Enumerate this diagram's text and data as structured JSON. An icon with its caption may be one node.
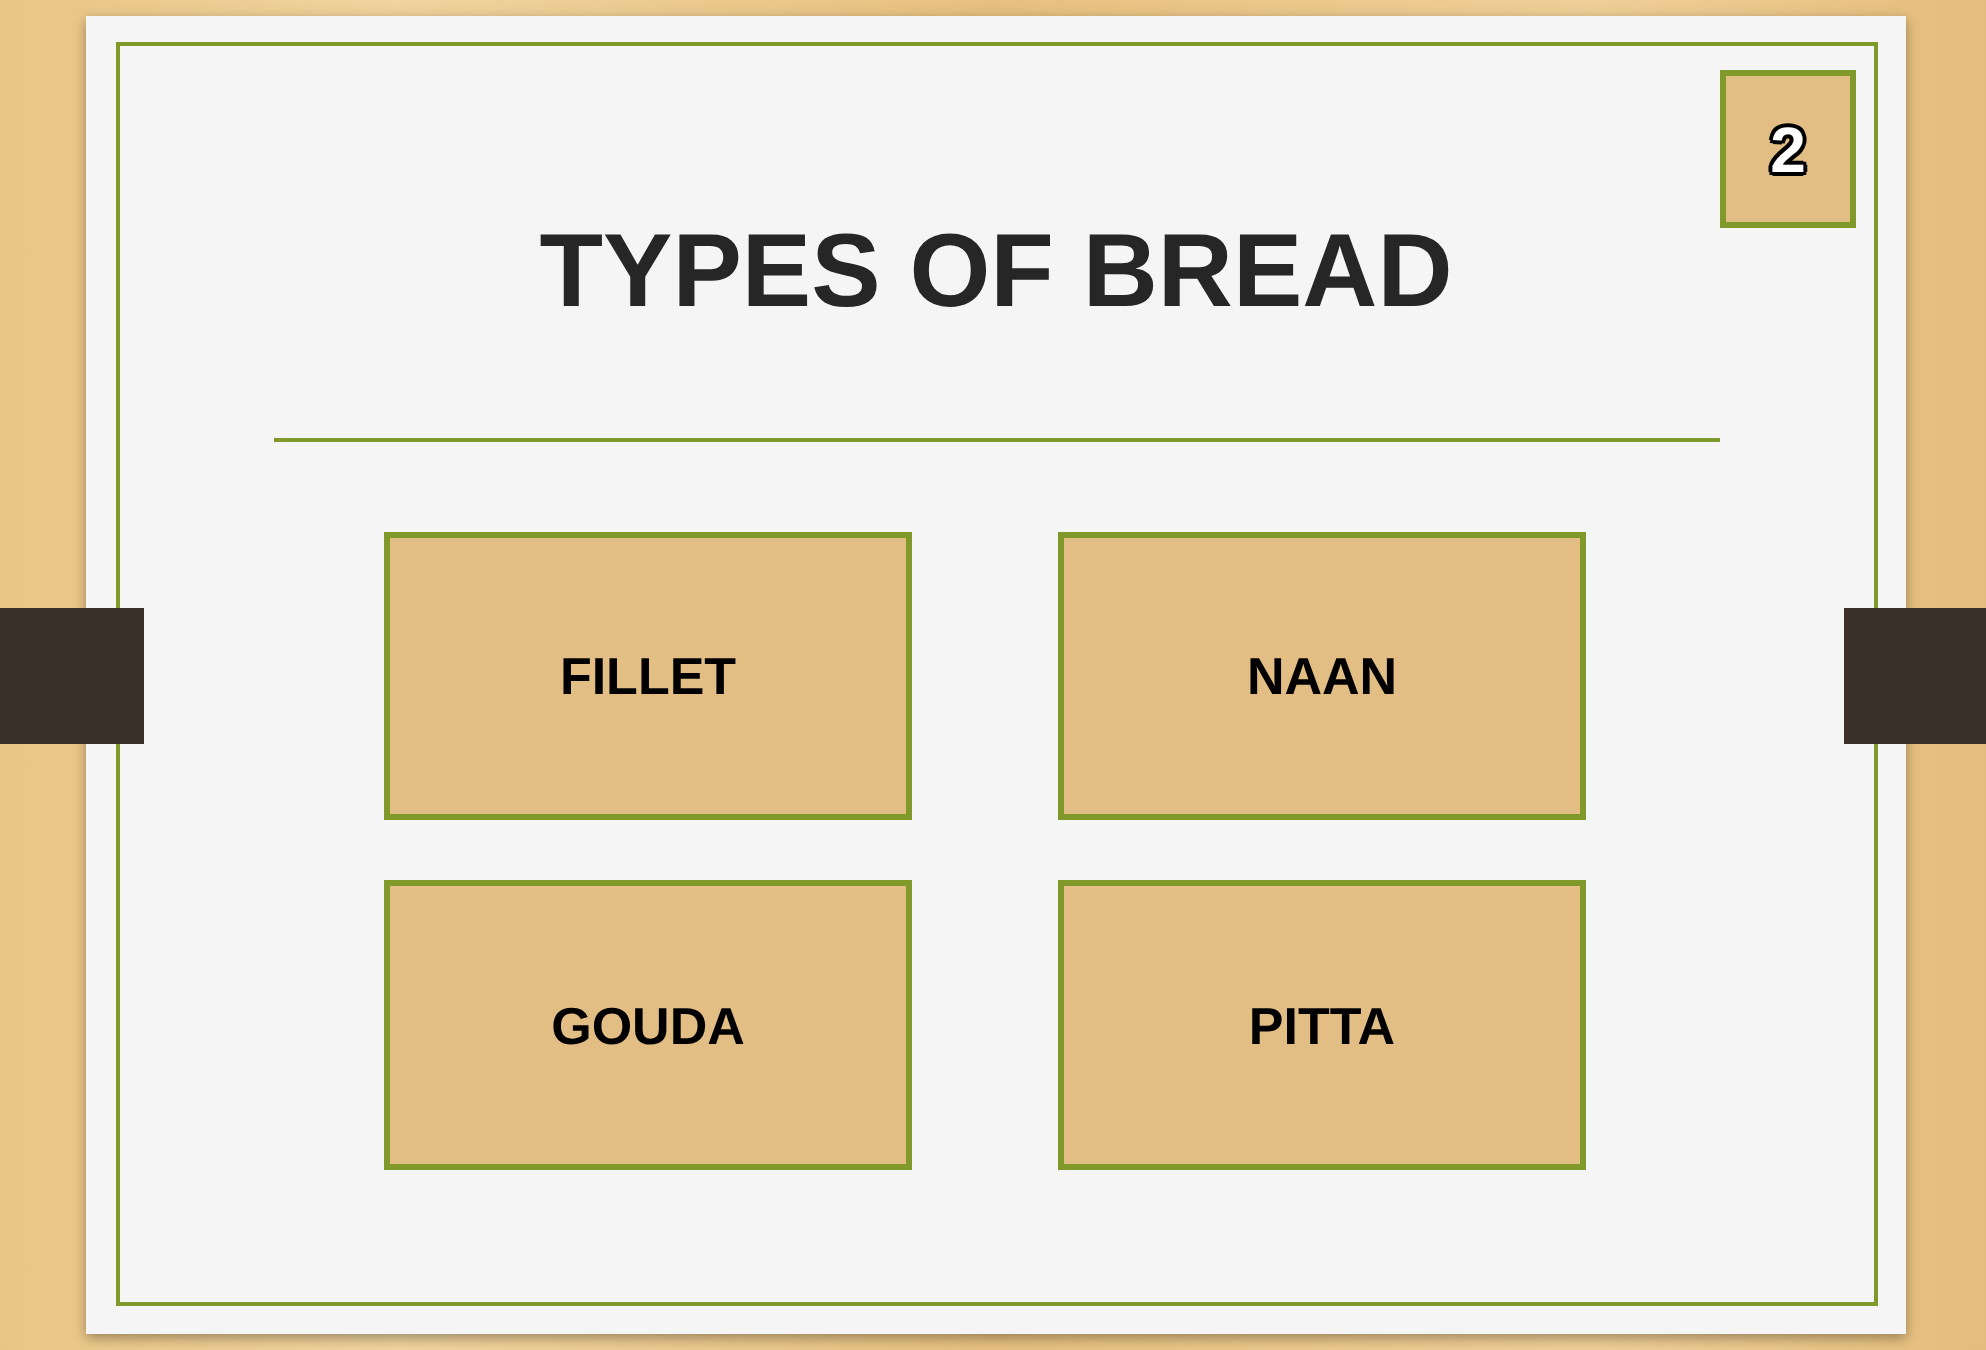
{
  "diagram": {
    "title": "TYPES OF BREAD",
    "nodes": [
      {
        "text": [
          "2"
        ]
      },
      {
        "text": [
          "FILLET"
        ]
      },
      {
        "text": [
          "NAAN"
        ]
      },
      {
        "text": [
          "GOUDA"
        ]
      },
      {
        "text": [
          "PITTA"
        ]
      }
    ]
  }
}
